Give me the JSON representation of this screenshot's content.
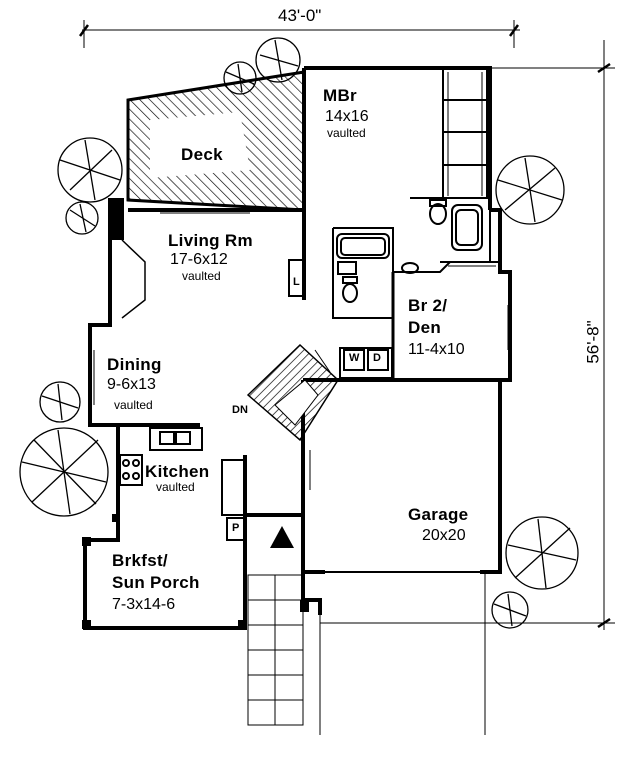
{
  "dimensions": {
    "width": "43'-0\"",
    "depth": "56'-8\""
  },
  "rooms": {
    "mbr": {
      "name": "MBr",
      "size": "14x16",
      "note": "vaulted"
    },
    "deck": {
      "name": "Deck"
    },
    "living": {
      "name": "Living Rm",
      "size": "17-6x12",
      "note": "vaulted"
    },
    "br2": {
      "name1": "Br 2/",
      "name2": "Den",
      "size": "11-4x10"
    },
    "dining": {
      "name": "Dining",
      "size": "9-6x13",
      "note": "vaulted"
    },
    "kitchen": {
      "name": "Kitchen",
      "note": "vaulted"
    },
    "garage": {
      "name": "Garage",
      "size": "20x20"
    },
    "brkfst": {
      "name1": "Brkfst/",
      "name2": "Sun Porch",
      "size": "7-3x14-6"
    }
  },
  "fixtures": {
    "washer": "W",
    "dryer": "D",
    "stair_dn": "DN",
    "pantry": "P",
    "linen": "L"
  }
}
